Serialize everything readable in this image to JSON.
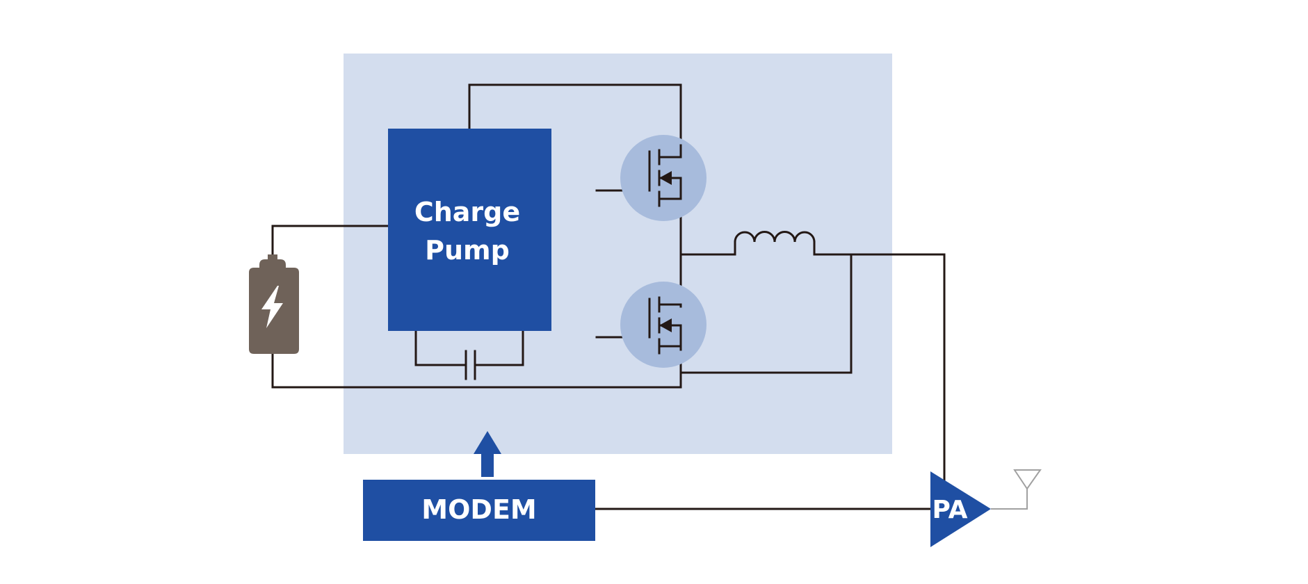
{
  "diagram": {
    "charge_pump_label_line1": "Charge",
    "charge_pump_label_line2": "Pump",
    "modem_label": "MODEM",
    "pa_label": "PA"
  },
  "colors": {
    "module_background": "#d3ddee",
    "block_blue": "#1f4fa3",
    "transistor_circle": "#a7bbdc",
    "battery": "#6f6259",
    "wire": "#231815",
    "antenna": "#a0a0a0"
  },
  "icons": {
    "battery": "battery-bolt-icon",
    "antenna": "antenna-icon",
    "arrow": "up-arrow-icon"
  }
}
